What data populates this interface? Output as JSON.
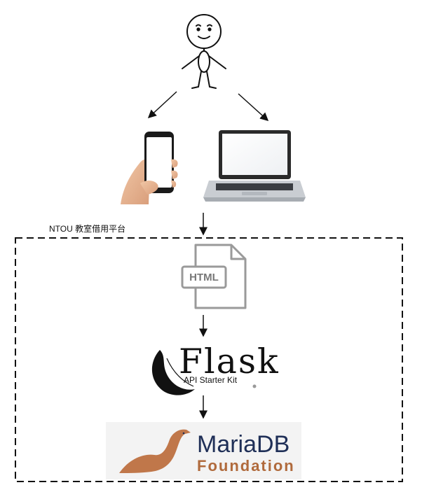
{
  "platform": {
    "label": "NTOU 教室借用平台"
  },
  "html_file": {
    "label": "HTML"
  },
  "flask": {
    "name": "Flask",
    "subtitle": "API Starter Kit"
  },
  "mariadb": {
    "name": "MariaDB",
    "subtitle": "Foundation"
  },
  "colors": {
    "stroke": "#111111",
    "mariadb_bg": "#f3f3f3",
    "mariadb_blue": "#1f2f57",
    "mariadb_brown": "#b06a3c",
    "seal": "#c0774a"
  },
  "icons": [
    "stick-figure-user",
    "smartphone-in-hand",
    "laptop",
    "html-file-icon",
    "flask-horn-logo",
    "mariadb-seal-logo"
  ]
}
